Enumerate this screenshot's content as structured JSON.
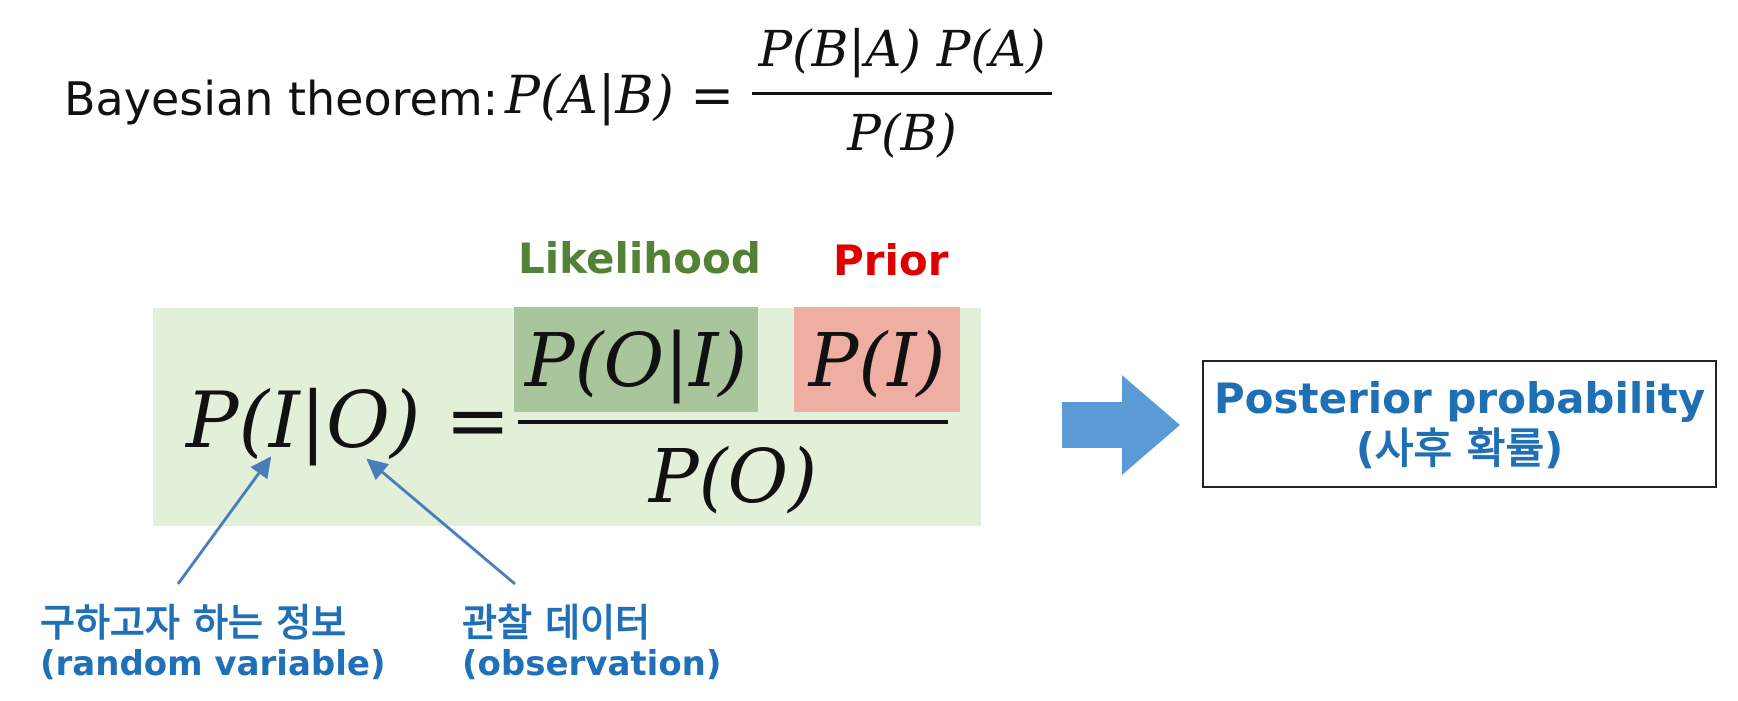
{
  "bayes": {
    "label": "Bayesian theorem:",
    "lhs": "P(A|B) =",
    "numerator": "P(B|A) P(A)",
    "denominator": "P(B)"
  },
  "formula": {
    "lhs": "P(I|O) =",
    "numerator_likelihood": "P(O|I)",
    "numerator_prior": "P(I)",
    "denominator": "P(O)"
  },
  "labels": {
    "likelihood": "Likelihood",
    "prior": "Prior"
  },
  "posterior": {
    "line1": "Posterior probability",
    "line2": "(사후 확률)"
  },
  "notes": {
    "info_korean": "구하고자 하는 정보",
    "info_english": "(random variable)",
    "data_korean": "관찰 데이터",
    "data_english": "(observation)"
  },
  "colors": {
    "box_background": "#e2efd9",
    "likelihood_highlight": "#a9c59b",
    "prior_highlight": "#eeaea1",
    "likelihood_text": "#538135",
    "prior_text": "#e00000",
    "blue_text": "#2070b8",
    "arrow": "#5b9bd5"
  }
}
